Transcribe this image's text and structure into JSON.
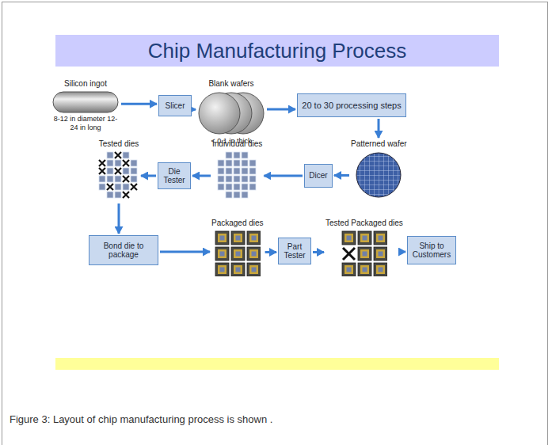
{
  "diagram": {
    "title": "Chip Manufacturing Process",
    "caption": "Figure 3: Layout of chip manufacturing process is shown .",
    "nodes": [
      {
        "text": [
          "Silicon ingot",
          "8-12 in diameter 12-24 in long"
        ]
      },
      {
        "text": [
          "Slicer"
        ]
      },
      {
        "text": [
          "Blank wafers",
          "< 0.1 in thick"
        ]
      },
      {
        "text": [
          "20 to 30 processing steps"
        ]
      },
      {
        "text": [
          "Patterned wafer"
        ]
      },
      {
        "text": [
          "Dicer"
        ]
      },
      {
        "text": [
          "Individual dies"
        ]
      },
      {
        "text": [
          "Die Tester"
        ]
      },
      {
        "text": [
          "Tested dies"
        ]
      },
      {
        "text": [
          "Bond die to package"
        ]
      },
      {
        "text": [
          "Packaged dies"
        ]
      },
      {
        "text": [
          "Part Tester"
        ]
      },
      {
        "text": [
          "Tested Packaged dies"
        ]
      },
      {
        "text": [
          "Ship to Customers"
        ]
      }
    ],
    "edges": [
      {
        "from": 0,
        "to": 1,
        "arrow": "to"
      },
      {
        "from": 1,
        "to": 2,
        "arrow": "to"
      },
      {
        "from": 2,
        "to": 3,
        "arrow": "to"
      },
      {
        "from": 3,
        "to": 4,
        "arrow": "to"
      },
      {
        "from": 4,
        "to": 5,
        "arrow": "to"
      },
      {
        "from": 5,
        "to": 6,
        "arrow": "to"
      },
      {
        "from": 6,
        "to": 7,
        "arrow": "to"
      },
      {
        "from": 7,
        "to": 8,
        "arrow": "to"
      },
      {
        "from": 8,
        "to": 9,
        "arrow": "to"
      },
      {
        "from": 9,
        "to": 10,
        "arrow": "to"
      },
      {
        "from": 10,
        "to": 11,
        "arrow": "to"
      },
      {
        "from": 11,
        "to": 12,
        "arrow": "to"
      },
      {
        "from": 12,
        "to": 13,
        "arrow": "to"
      }
    ]
  }
}
